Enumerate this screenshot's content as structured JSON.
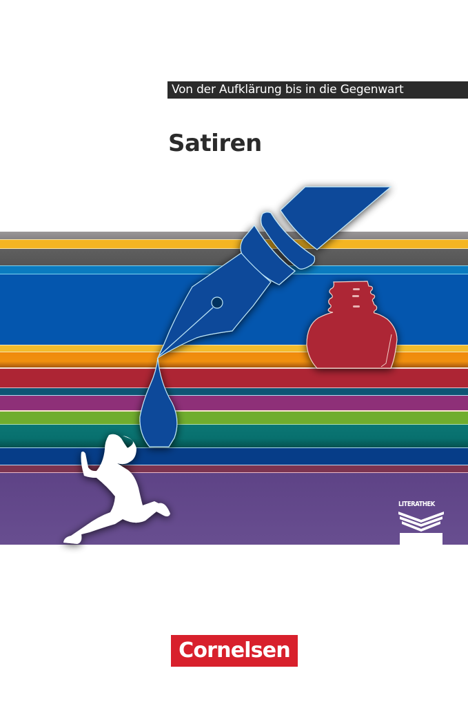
{
  "cover": {
    "series_label": "Von der Aufklärung bis in die Gegenwart",
    "title": "Satiren",
    "imprint_logo": "LITERATHEK",
    "publisher": "Cornelsen"
  },
  "illustration": {
    "elements": [
      "fountain-pen-nib",
      "ink-drop",
      "ink-bottle",
      "running-man-silhouette",
      "color-stripes"
    ],
    "stripes": [
      {
        "name": "gray",
        "color": "#8f8c8d"
      },
      {
        "name": "yellow",
        "color": "#f4b522"
      },
      {
        "name": "dark-gray",
        "color": "#5b5b5b"
      },
      {
        "name": "light-blue",
        "color": "#0a7bc0"
      },
      {
        "name": "royal-blue",
        "color": "#0456ae"
      },
      {
        "name": "yellow-2",
        "color": "#f2bb2c"
      },
      {
        "name": "orange",
        "color": "#ef8a10"
      },
      {
        "name": "red",
        "color": "#ad2534"
      },
      {
        "name": "petrol",
        "color": "#0e5574"
      },
      {
        "name": "magenta",
        "color": "#8e3078"
      },
      {
        "name": "green",
        "color": "#70ad2e"
      },
      {
        "name": "teal",
        "color": "#08716f"
      },
      {
        "name": "navy",
        "color": "#063d88"
      },
      {
        "name": "mauve",
        "color": "#7c3450"
      },
      {
        "name": "purple",
        "color": "#654a8c"
      }
    ]
  },
  "colors": {
    "pen_blue": "#0a4a9a",
    "bottle_red": "#ad2534",
    "publisher_red": "#d8202c",
    "series_bar": "#2b2b2b"
  }
}
